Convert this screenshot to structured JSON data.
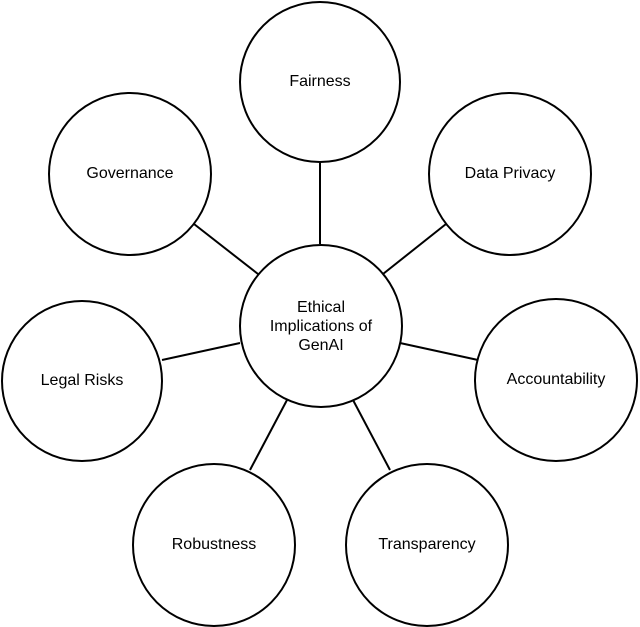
{
  "diagram": {
    "center": {
      "label": "Ethical\nImplications of\nGenAI"
    },
    "nodes": {
      "fairness": "Fairness",
      "governance": "Governance",
      "data_privacy": "Data Privacy",
      "legal_risks": "Legal Risks",
      "accountability": "Accountability",
      "robustness": "Robustness",
      "transparency": "Transparency"
    }
  },
  "colors": {
    "stroke": "#000000",
    "fill": "#ffffff",
    "text": "#000000"
  }
}
